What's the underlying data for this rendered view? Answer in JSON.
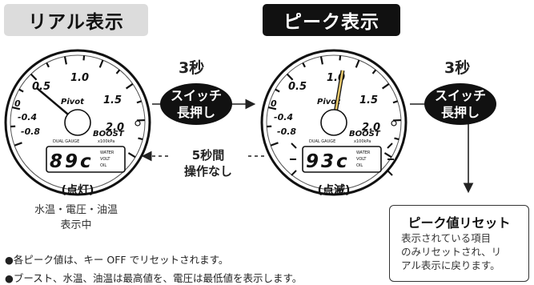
{
  "tabs": {
    "real": "リアル表示",
    "peak": "ピーク表示"
  },
  "timing": {
    "left_seconds": "3秒",
    "right_seconds": "3秒",
    "return_label_1": "5秒間",
    "return_label_2": "操作なし"
  },
  "action_bubble": {
    "line1": "スイッチ",
    "line2": "長押し"
  },
  "gauge": {
    "scale_labels": [
      "-0.8",
      "-0.4",
      "0",
      "0.5",
      "1.0",
      "1.5",
      "2.0"
    ],
    "brand": "Pivot",
    "model": "BOOST",
    "unit": "x100kPa",
    "dual": "DUAL GAUGE",
    "legend": [
      "WATER",
      "VOLT",
      "OIL"
    ]
  },
  "left_display": {
    "digits": "89c",
    "state": "(点灯)"
  },
  "right_display": {
    "digits": "93c",
    "state": "(点滅)"
  },
  "caption": {
    "line1": "水温・電圧・油温",
    "line2": "表示中"
  },
  "notes": [
    "●各ピーク値は、キー OFF でリセットされます。",
    "●ブースト、水温、油温は最高値を、電圧は最低値を表示します。"
  ],
  "reset_box": {
    "title": "ピーク値リセット",
    "desc_1": "表示されている項目",
    "desc_2": "のみリセットされ、リ",
    "desc_3": "アル表示に戻ります。"
  },
  "colors": {
    "black": "#111111",
    "light_gray": "#dcdcdc",
    "peak_accent": "#e8c86a"
  }
}
